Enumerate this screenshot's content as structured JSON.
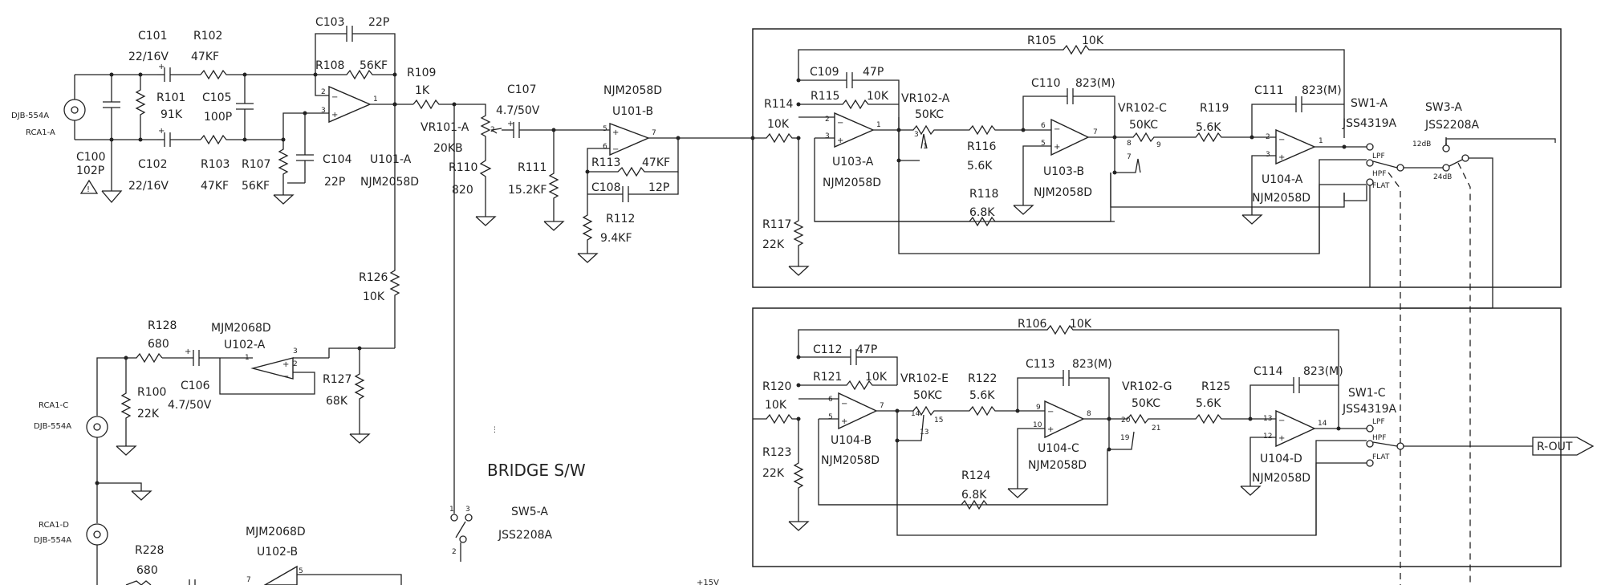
{
  "components": {
    "C101": {
      "ref": "C101",
      "value": "22/16V"
    },
    "R102": {
      "ref": "R102",
      "value": "47KF"
    },
    "C103": {
      "ref": "C103",
      "value": "22P"
    },
    "R108": {
      "ref": "R108",
      "value": "56KF"
    },
    "R109": {
      "ref": "R109",
      "value": "1K"
    },
    "R101": {
      "ref": "R101",
      "value": "91K"
    },
    "C105": {
      "ref": "C105",
      "value": "100P"
    },
    "C102": {
      "ref": "C102",
      "value": "22/16V"
    },
    "R103": {
      "ref": "R103",
      "value": "47KF"
    },
    "R107": {
      "ref": "R107",
      "value": "56KF"
    },
    "C104": {
      "ref": "C104",
      "value": "22P"
    },
    "C100": {
      "ref": "C100",
      "value": "102P"
    },
    "U101A": {
      "ref": "U101-A",
      "value": "NJM2058D"
    },
    "C107": {
      "ref": "C107",
      "value": "4.7/50V"
    },
    "VR101A": {
      "ref": "VR101-A",
      "value": "20KB"
    },
    "R110": {
      "ref": "R110",
      "value": "820"
    },
    "R111": {
      "ref": "R111",
      "value": "15.2KF"
    },
    "U101B": {
      "ref": "U101-B",
      "value": "NJM2058D"
    },
    "R113": {
      "ref": "R113",
      "value": "47KF"
    },
    "C108": {
      "ref": "C108",
      "value": "12P"
    },
    "R112": {
      "ref": "R112",
      "value": "9.4KF"
    },
    "R126": {
      "ref": "R126",
      "value": "10K"
    },
    "R128": {
      "ref": "R128",
      "value": "680"
    },
    "U102A": {
      "ref": "U102-A",
      "value": "MJM2068D"
    },
    "R100": {
      "ref": "R100",
      "value": "22K"
    },
    "C106": {
      "ref": "C106",
      "value": "4.7/50V"
    },
    "R127": {
      "ref": "R127",
      "value": "68K"
    },
    "R228": {
      "ref": "R228",
      "value": "680"
    },
    "U102B": {
      "ref": "U102-B",
      "value": "MJM2068D"
    },
    "R105": {
      "ref": "R105",
      "value": "10K"
    },
    "C109": {
      "ref": "C109",
      "value": "47P"
    },
    "R115": {
      "ref": "R115",
      "value": "10K"
    },
    "VR102A": {
      "ref": "VR102-A",
      "value": "50KC"
    },
    "C110": {
      "ref": "C110",
      "value": "823(M)"
    },
    "VR102C": {
      "ref": "VR102-C",
      "value": "50KC"
    },
    "R119": {
      "ref": "R119",
      "value": "5.6K"
    },
    "C111": {
      "ref": "C111",
      "value": "823(M)"
    },
    "R114": {
      "ref": "R114",
      "value": "10K"
    },
    "U103A": {
      "ref": "U103-A",
      "value": "NJM2058D"
    },
    "R116": {
      "ref": "R116",
      "value": "5.6K"
    },
    "U103B": {
      "ref": "U103-B",
      "value": "NJM2058D"
    },
    "U104A": {
      "ref": "U104-A",
      "value": "NJM2058D"
    },
    "R118": {
      "ref": "R118",
      "value": "6.8K"
    },
    "R117": {
      "ref": "R117",
      "value": "22K"
    },
    "R106": {
      "ref": "R106",
      "value": "10K"
    },
    "C112": {
      "ref": "C112",
      "value": "47P"
    },
    "R121": {
      "ref": "R121",
      "value": "10K"
    },
    "VR102E": {
      "ref": "VR102-E",
      "value": "50KC"
    },
    "R122": {
      "ref": "R122",
      "value": "5.6K"
    },
    "C113": {
      "ref": "C113",
      "value": "823(M)"
    },
    "VR102G": {
      "ref": "VR102-G",
      "value": "50KC"
    },
    "R125": {
      "ref": "R125",
      "value": "5.6K"
    },
    "C114": {
      "ref": "C114",
      "value": "823(M)"
    },
    "R120": {
      "ref": "R120",
      "value": "10K"
    },
    "U104B": {
      "ref": "U104-B",
      "value": "NJM2058D"
    },
    "U104C": {
      "ref": "U104-C",
      "value": "NJM2058D"
    },
    "U104D": {
      "ref": "U104-D",
      "value": "NJM2058D"
    },
    "R123": {
      "ref": "R123",
      "value": "22K"
    },
    "R124": {
      "ref": "R124",
      "value": "6.8K"
    },
    "U102A_top": {
      "ref": "U101-A",
      "value": "NJM2058D"
    }
  },
  "connectors": {
    "rca1a": {
      "part": "DJB-554A",
      "ref": "RCA1-A"
    },
    "rca1c": {
      "ref": "RCA1-C",
      "part": "DJB-554A"
    },
    "rca1d": {
      "ref": "RCA1-D",
      "part": "DJB-554A"
    }
  },
  "switches": {
    "sw1a": {
      "ref": "SW1-A",
      "part": "JSS4319A"
    },
    "sw1c": {
      "ref": "SW1-C",
      "part": "JSS4319A"
    },
    "sw3a": {
      "ref": "SW3-A",
      "part": "JSS2208A"
    },
    "sw5a": {
      "ref": "SW5-A",
      "part": "JSS2208A"
    },
    "pos_lpf": "LPF",
    "pos_hpf": "HPF",
    "pos_flat": "FLAT",
    "pos_12db": "12dB",
    "pos_24db": "24dB"
  },
  "labels": {
    "bridge": "BRIDGE S/W",
    "r_out": "R-OUT",
    "partial_bottom": "+15V"
  }
}
